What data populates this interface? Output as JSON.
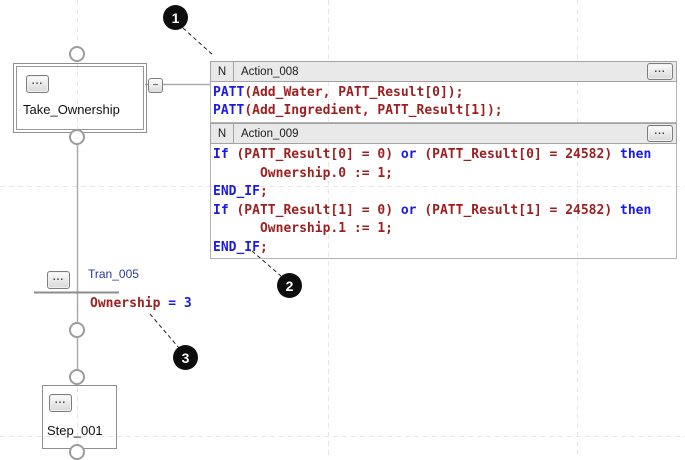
{
  "colors": {
    "keyword_blue": "#1a1ae6",
    "code_maroon": "#9c1f1f",
    "transition_name_blue": "#2b3990",
    "header_bg": "#e9e9e9",
    "wire_gray": "#a9a9a9",
    "grid_dash_gray": "#e6e6e6",
    "callout_black": "#0d0d0d"
  },
  "ui": {
    "ellipsis": "...",
    "collapse_glyph": "−"
  },
  "steps": {
    "take_ownership": {
      "label": "Take_Ownership"
    },
    "step_001": {
      "label": "Step_001"
    }
  },
  "transition": {
    "name": "Tran_005",
    "expression": [
      {
        "t": "Ownership",
        "c": "id"
      },
      {
        "t": " = 3",
        "c": "kw"
      }
    ]
  },
  "actions": [
    {
      "qualifier": "N",
      "name": "Action_008",
      "lines": [
        [
          {
            "t": "PATT",
            "c": "kw"
          },
          {
            "t": "(Add_Water, PATT_Result[0]);",
            "c": "id"
          }
        ],
        [
          {
            "t": "PATT",
            "c": "kw"
          },
          {
            "t": "(Add_Ingredient, PATT_Result[1]);",
            "c": "id"
          }
        ]
      ]
    },
    {
      "qualifier": "N",
      "name": "Action_009",
      "lines": [
        [
          {
            "t": "If",
            "c": "kw"
          },
          {
            "t": " (PATT_Result[0] = 0) ",
            "c": "id"
          },
          {
            "t": "or",
            "c": "kw"
          },
          {
            "t": " (PATT_Result[0] = 24582) ",
            "c": "id"
          },
          {
            "t": "then",
            "c": "kw"
          }
        ],
        [
          {
            "t": "      Ownership.0 := 1;",
            "c": "id"
          }
        ],
        [
          {
            "t": "END_IF",
            "c": "kw"
          },
          {
            "t": ";",
            "c": "id"
          }
        ],
        [
          {
            "t": "If",
            "c": "kw"
          },
          {
            "t": " (PATT_Result[1] = 0) ",
            "c": "id"
          },
          {
            "t": "or",
            "c": "kw"
          },
          {
            "t": " (PATT_Result[1] = 24582) ",
            "c": "id"
          },
          {
            "t": "then",
            "c": "kw"
          }
        ],
        [
          {
            "t": "      Ownership.1 := 1;",
            "c": "id"
          }
        ],
        [
          {
            "t": "END_IF",
            "c": "kw"
          },
          {
            "t": ";",
            "c": "id"
          }
        ]
      ]
    }
  ],
  "callouts": [
    {
      "number": "1"
    },
    {
      "number": "2"
    },
    {
      "number": "3"
    }
  ]
}
